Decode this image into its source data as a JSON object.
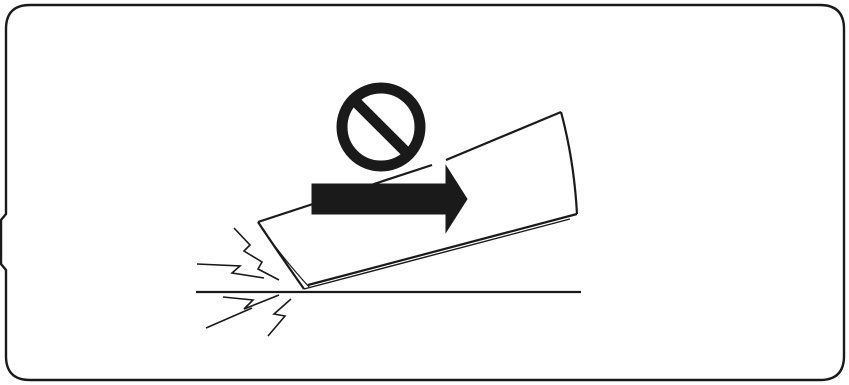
{
  "figure": {
    "frame": "callout-frame",
    "prohibition": "prohibition-icon",
    "direction": "arrow-right-icon",
    "object": "panel",
    "surface": "floor-line",
    "effect": "impact-sparks-icon"
  },
  "colors": {
    "ink": "#1a1a1a",
    "paper": "#ffffff"
  }
}
